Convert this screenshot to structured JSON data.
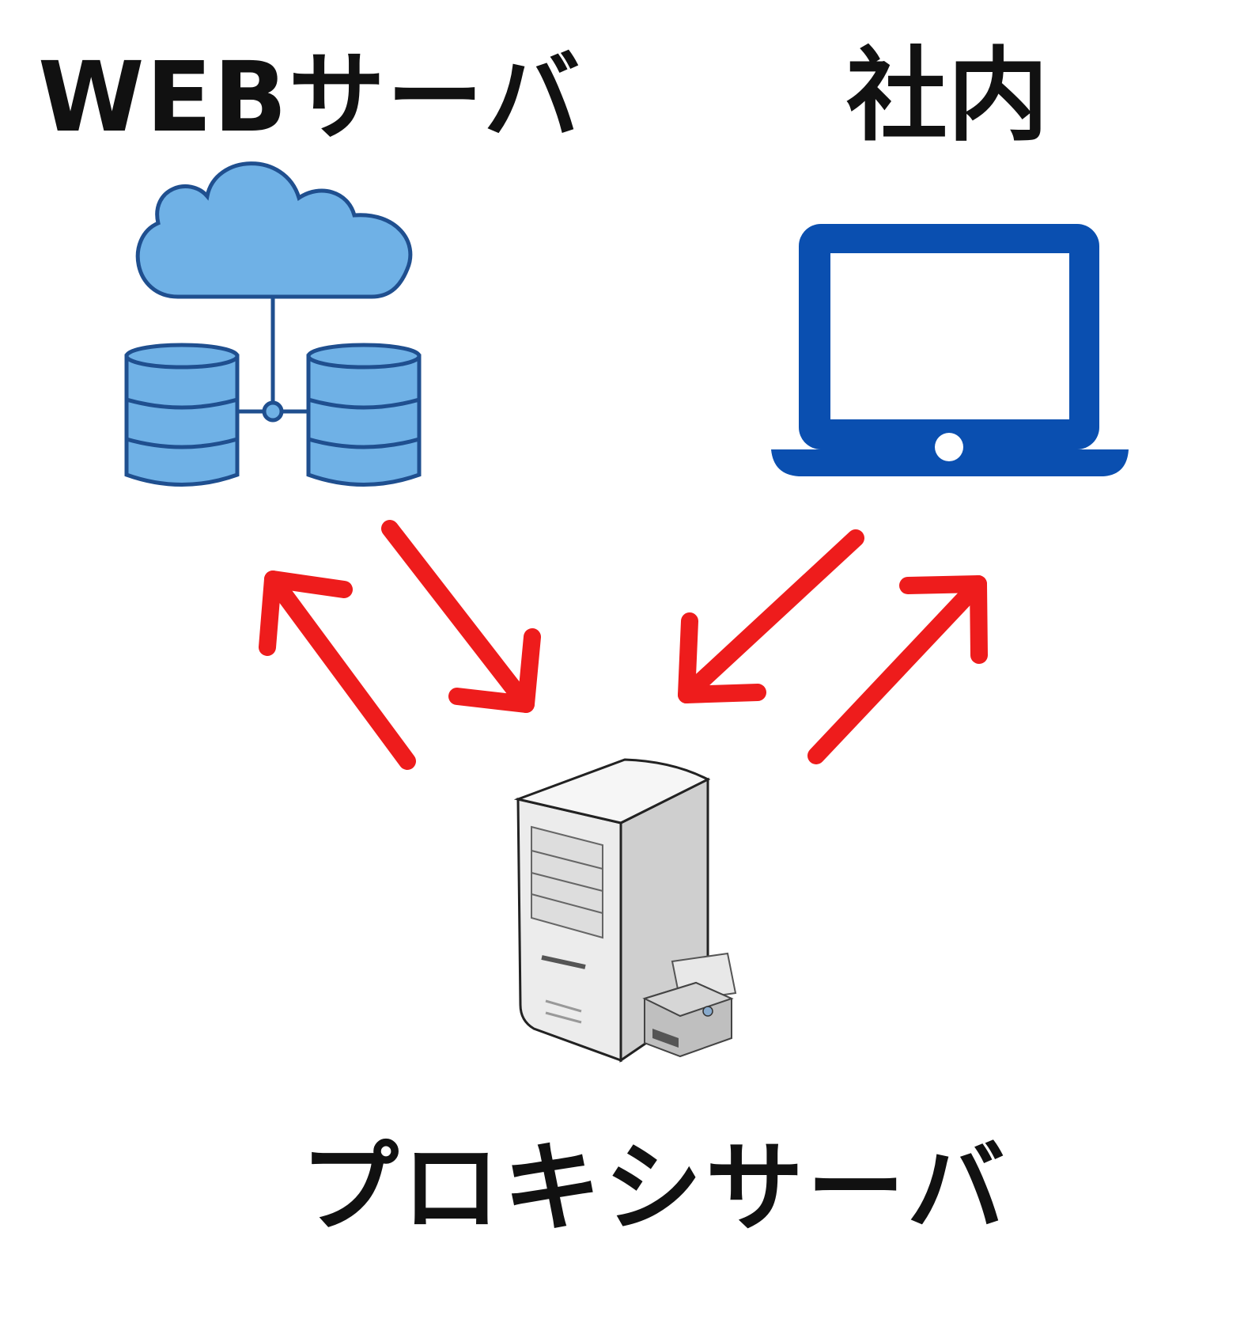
{
  "labels": {
    "web_server": "WEBサーバ",
    "internal": "社内",
    "proxy_server": "プロキシサーバ"
  },
  "nodes": [
    {
      "id": "web-server",
      "icon": "cloud-database-icon"
    },
    {
      "id": "internal",
      "icon": "laptop-icon"
    },
    {
      "id": "proxy-server",
      "icon": "server-tower-with-printer-icon"
    }
  ],
  "edges": [
    {
      "from": "proxy-server",
      "to": "web-server"
    },
    {
      "from": "web-server",
      "to": "proxy-server"
    },
    {
      "from": "internal",
      "to": "proxy-server"
    },
    {
      "from": "proxy-server",
      "to": "internal"
    }
  ],
  "colors": {
    "arrow": "#ee1c1c",
    "cloud_fill": "#6fb1e6",
    "cloud_stroke": "#1f4f8f",
    "laptop": "#0a4fb0",
    "server_body": "#dcdcdc",
    "text": "#111111"
  }
}
